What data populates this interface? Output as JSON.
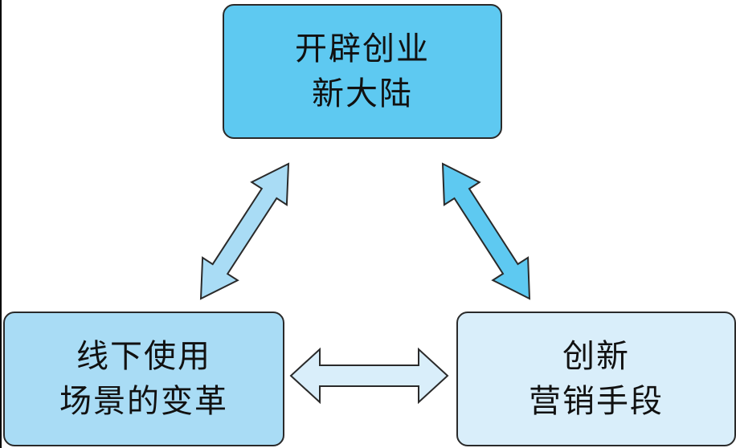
{
  "nodes": {
    "top": {
      "lines": [
        "开辟创业",
        "新大陆"
      ],
      "color": "#5ec9f1"
    },
    "left": {
      "lines": [
        "线下使用",
        "场景的变革"
      ],
      "color": "#a9dcf5"
    },
    "right": {
      "lines": [
        "创新",
        "营销手段"
      ],
      "color": "#d9eefa"
    }
  },
  "edges": [
    {
      "from": "top",
      "to": "left",
      "type": "bidirectional",
      "color": "#a9dcf5"
    },
    {
      "from": "top",
      "to": "right",
      "type": "bidirectional",
      "color": "#5ec9f1"
    },
    {
      "from": "left",
      "to": "right",
      "type": "bidirectional",
      "color": "#d9eefa"
    }
  ]
}
